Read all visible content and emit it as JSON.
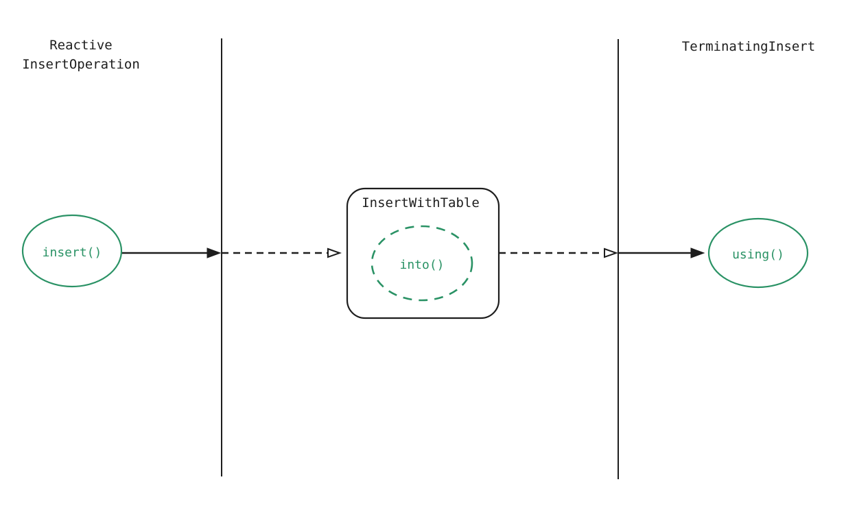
{
  "colors": {
    "ink": "#1d1d1d",
    "accent_green": "#2a9265",
    "background": "#ffffff"
  },
  "diagram": {
    "type": "sequence-flow",
    "lifelines": [
      {
        "id": "lifeline-1",
        "label_lines": [
          "Reactive",
          "InsertOperation"
        ]
      },
      {
        "id": "lifeline-2",
        "label_lines": [
          "TerminatingInsert"
        ]
      }
    ],
    "nodes": [
      {
        "id": "insert",
        "shape": "ellipse",
        "label": "insert()"
      },
      {
        "id": "insert-with-table",
        "shape": "rounded-rect",
        "title": "InsertWithTable",
        "children": [
          {
            "id": "into",
            "shape": "dashed-ellipse",
            "label": "into()"
          }
        ]
      },
      {
        "id": "using",
        "shape": "ellipse",
        "label": "using()"
      }
    ],
    "edges": [
      {
        "from": "insert",
        "to": "lifeline-1",
        "style": "solid",
        "head": "filled"
      },
      {
        "from": "lifeline-1",
        "to": "insert-with-table",
        "style": "dashed",
        "head": "open"
      },
      {
        "from": "insert-with-table",
        "to": "lifeline-2",
        "style": "dashed",
        "head": "open"
      },
      {
        "from": "lifeline-2",
        "to": "using",
        "style": "solid",
        "head": "filled"
      }
    ]
  }
}
